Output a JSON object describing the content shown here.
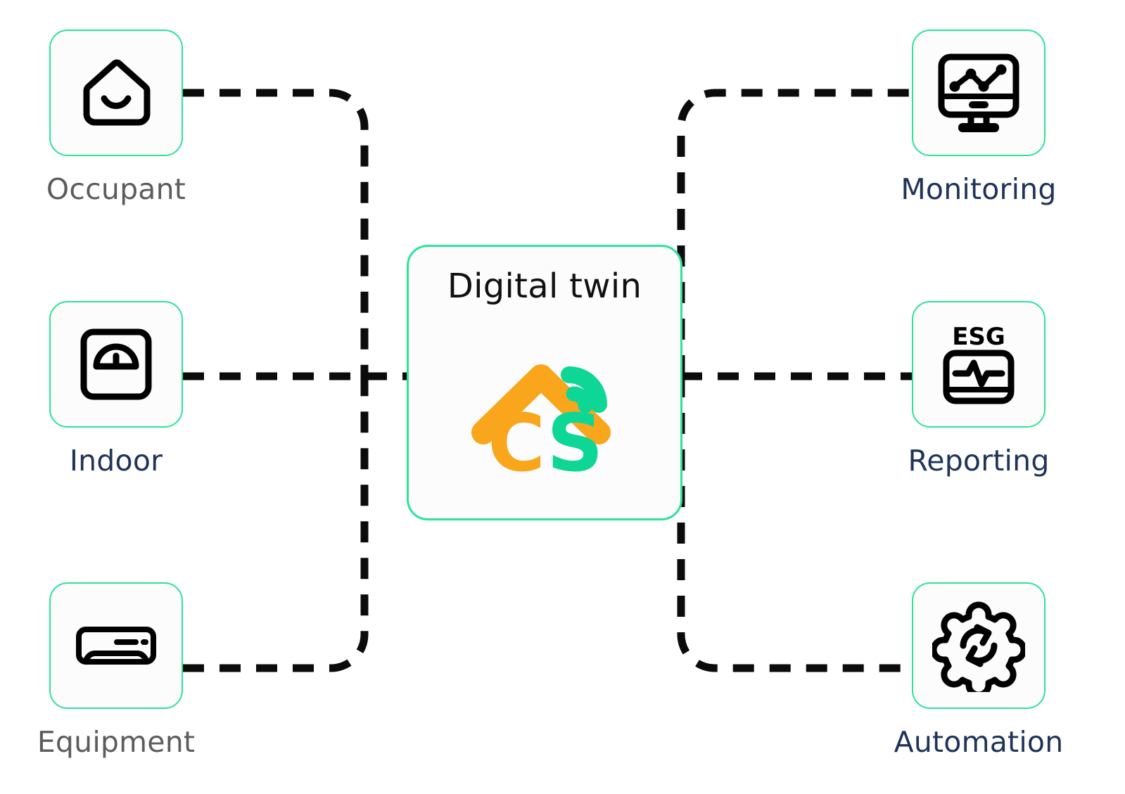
{
  "diagram": {
    "title": "Digital twin ecosystem diagram",
    "background_color": "#ffffff",
    "accent_color": "#2ce39a",
    "label_color": "#1f3458",
    "muted_label_color": "#5c5c5c",
    "icon_color": "#000000",
    "connector_color": "#000000",
    "connector_style": "dashed"
  },
  "hub": {
    "title": "Digital twin",
    "logo": {
      "name": "cs-smart-home-logo",
      "wordmark": "CS",
      "c_color": "#f9a61c",
      "s_color": "#0ed694",
      "roof_color": "#f9a61c",
      "wifi_color": "#0ed694"
    }
  },
  "inputs": [
    {
      "label": "Occupant",
      "icon": "house-smile-icon",
      "label_style": "muted"
    },
    {
      "label": "Indoor",
      "icon": "weighing-scale-icon",
      "label_style": "normal"
    },
    {
      "label": "Equipment",
      "icon": "air-conditioner-icon",
      "label_style": "muted"
    }
  ],
  "outputs": [
    {
      "label": "Monitoring",
      "icon": "monitor-chart-icon",
      "label_style": "normal"
    },
    {
      "label": "Reporting",
      "icon": "esg-report-icon",
      "label_style": "normal",
      "badge_text": "ESG"
    },
    {
      "label": "Automation",
      "icon": "gear-refresh-icon",
      "label_style": "normal"
    }
  ]
}
